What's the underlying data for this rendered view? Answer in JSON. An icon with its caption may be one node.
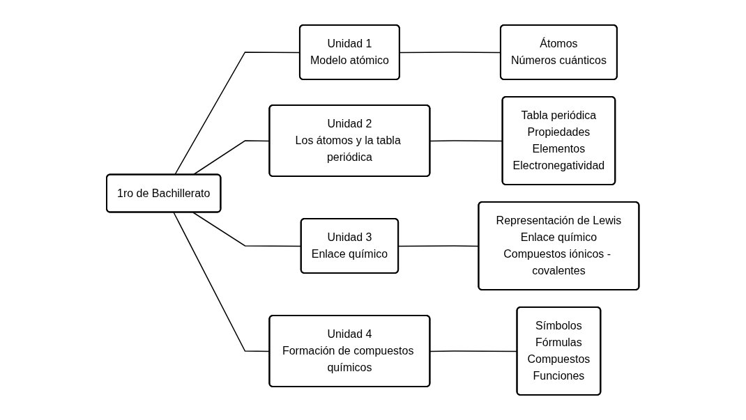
{
  "diagram": {
    "nodes": [
      {
        "text": [
          "1ro de Bachillerato"
        ]
      },
      {
        "text": [
          "Unidad 1",
          "Modelo atómico"
        ]
      },
      {
        "text": [
          "Átomos",
          "Números cuánticos"
        ]
      },
      {
        "text": [
          "Unidad 2",
          "Los átomos y la tabla periódica"
        ]
      },
      {
        "text": [
          "Tabla periódica",
          "Propiedades",
          "Elementos",
          "Electronegatividad"
        ]
      },
      {
        "text": [
          "Unidad 3",
          "Enlace químico"
        ]
      },
      {
        "text": [
          "Representación de Lewis",
          "Enlace químico",
          "Compuestos iónicos - covalentes"
        ]
      },
      {
        "text": [
          "Unidad 4",
          "Formación de compuestos químicos"
        ]
      },
      {
        "text": [
          "Símbolos",
          "Fórmulas",
          "Compuestos",
          "Funciones"
        ]
      }
    ],
    "edges": [
      {
        "from": 0,
        "to": 1,
        "arrow": "none"
      },
      {
        "from": 1,
        "to": 2,
        "arrow": "none"
      },
      {
        "from": 0,
        "to": 3,
        "arrow": "none"
      },
      {
        "from": 3,
        "to": 4,
        "arrow": "none"
      },
      {
        "from": 0,
        "to": 5,
        "arrow": "none"
      },
      {
        "from": 5,
        "to": 6,
        "arrow": "none"
      },
      {
        "from": 0,
        "to": 7,
        "arrow": "none"
      },
      {
        "from": 7,
        "to": 8,
        "arrow": "none"
      }
    ]
  }
}
